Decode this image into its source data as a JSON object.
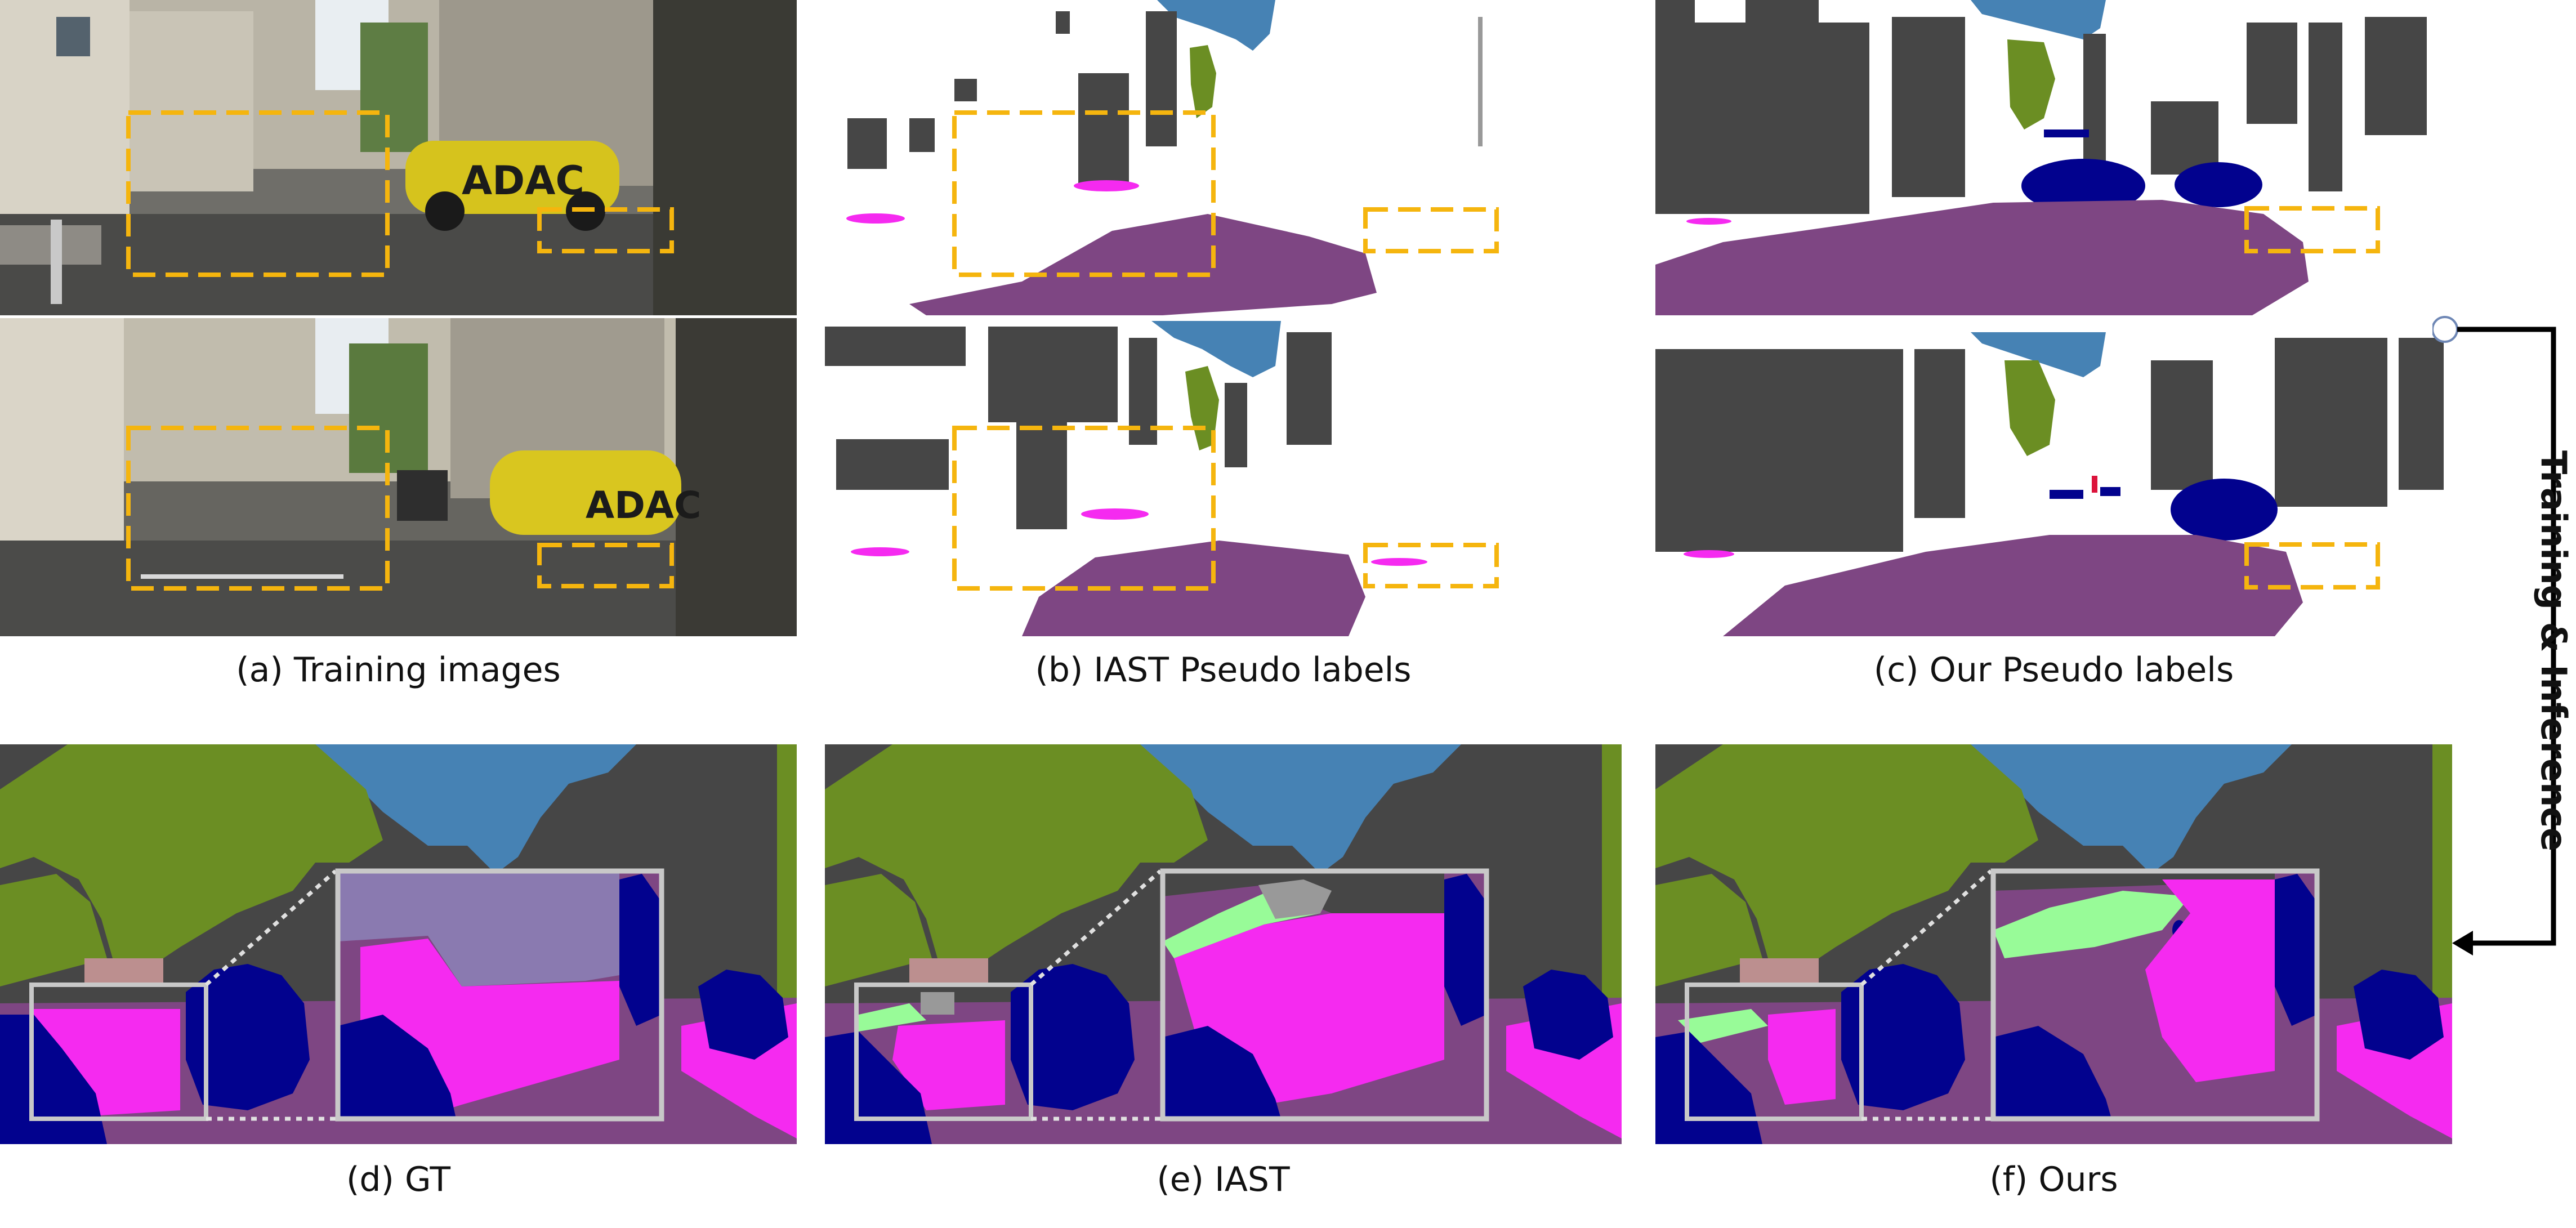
{
  "colors": {
    "road": "#7e4683",
    "sidewalk": "#f52af0",
    "building": "#464646",
    "vegetation": "#6b8e23",
    "sky": "#4682b4",
    "car": "#02028e",
    "terrain": "#98fb98",
    "pole": "#999999",
    "wall": "#bc8f8f",
    "fence": "#be9999",
    "highlight": "#f5b50e",
    "zoom_frame": "#c8c8c8"
  },
  "captions": {
    "a": "(a) Training images",
    "b": "(b) IAST Pseudo labels",
    "c": "(c) Our Pseudo labels",
    "d": "(d) GT",
    "e": "(e) IAST",
    "f": "(f) Ours"
  },
  "photo_text": {
    "car_logo_top": "ADAC",
    "car_logo_bottom": "ADAC"
  },
  "side_label": "Training & Inference"
}
